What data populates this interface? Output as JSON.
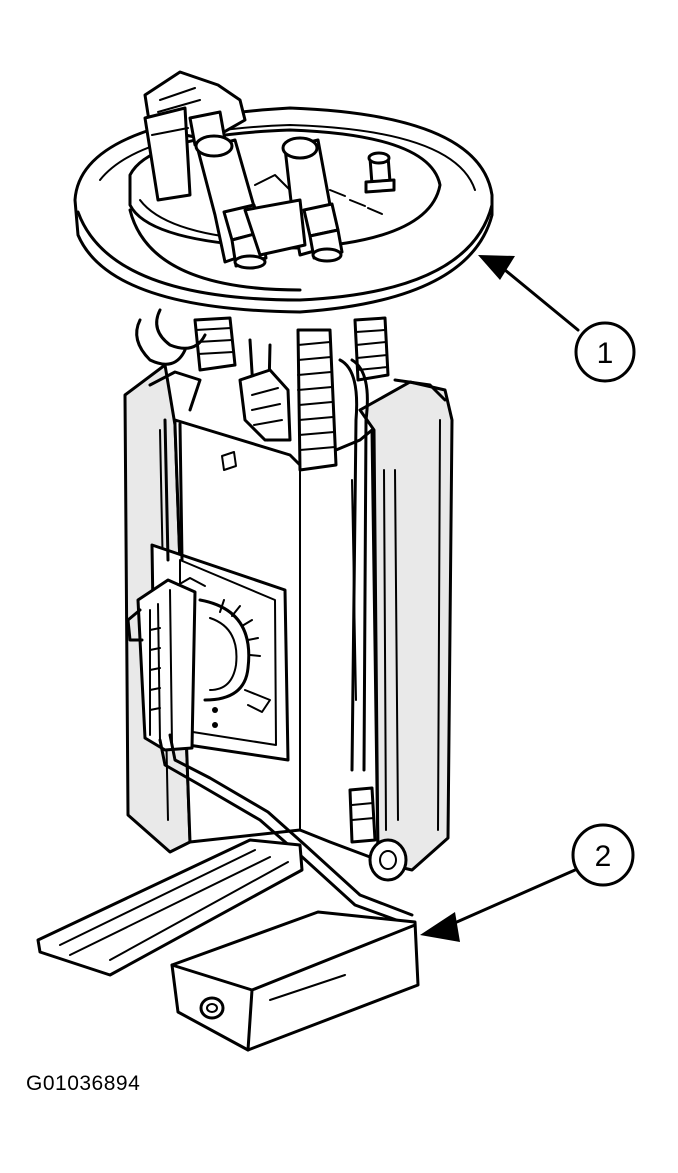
{
  "figure_id": "G01036894",
  "callouts": [
    {
      "number": "1",
      "target": "fuel-pump-module-flange"
    },
    {
      "number": "2",
      "target": "fuel-level-sender-float"
    }
  ]
}
